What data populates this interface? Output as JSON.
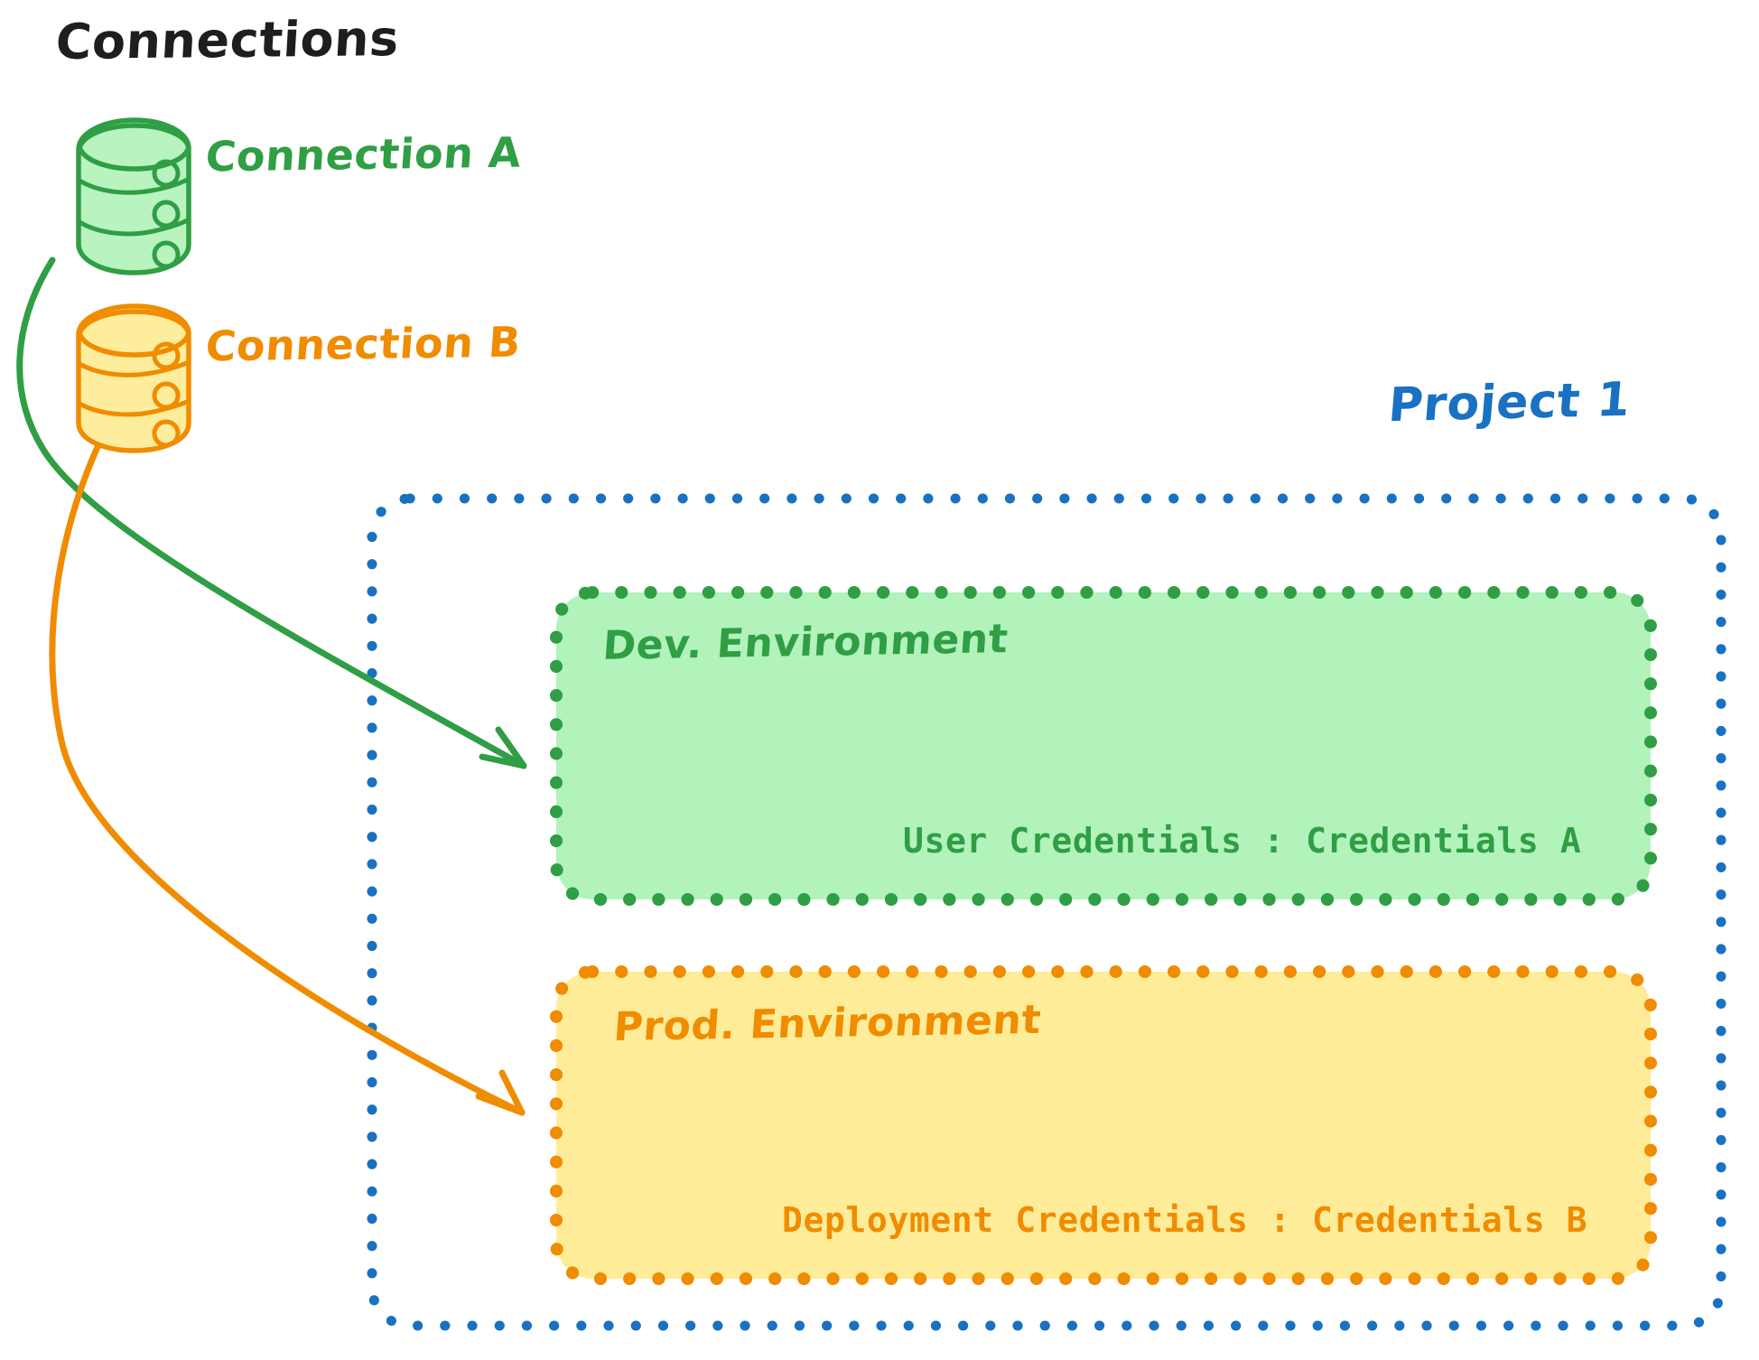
{
  "diagram": {
    "title": "Connections",
    "connections": [
      {
        "id": "connection-a",
        "label": "Connection A",
        "icon": "database-cylinder-icon",
        "stroke": "#2f9e44",
        "fill": "#b2f2bb"
      },
      {
        "id": "connection-b",
        "label": "Connection B",
        "icon": "database-cylinder-icon",
        "stroke": "#f08c00",
        "fill": "#ffec99"
      }
    ],
    "project": {
      "label": "Project 1",
      "border_color": "#1971c2",
      "border_style": "dotted",
      "environments": [
        {
          "id": "dev-environment",
          "title": "Dev. Environment",
          "credentials_label": "User Credentials : Credentials A",
          "stroke": "#2f9e44",
          "fill": "#b2f2bb"
        },
        {
          "id": "prod-environment",
          "title": "Prod. Environment",
          "credentials_label": "Deployment Credentials : Credentials B",
          "stroke": "#f08c00",
          "fill": "#ffec99"
        }
      ]
    },
    "arrows": [
      {
        "id": "arrow-connection-a-to-dev",
        "from": "connection-a",
        "to": "dev-environment",
        "color": "#2f9e44"
      },
      {
        "id": "arrow-connection-b-to-prod",
        "from": "connection-b",
        "to": "prod-environment",
        "color": "#f08c00"
      }
    ],
    "colors": {
      "ink": "#1e1e1e",
      "green_stroke": "#2f9e44",
      "green_fill": "#b2f2bb",
      "orange_stroke": "#f08c00",
      "orange_fill": "#ffec99",
      "blue_stroke": "#1971c2",
      "background": "#ffffff"
    }
  }
}
